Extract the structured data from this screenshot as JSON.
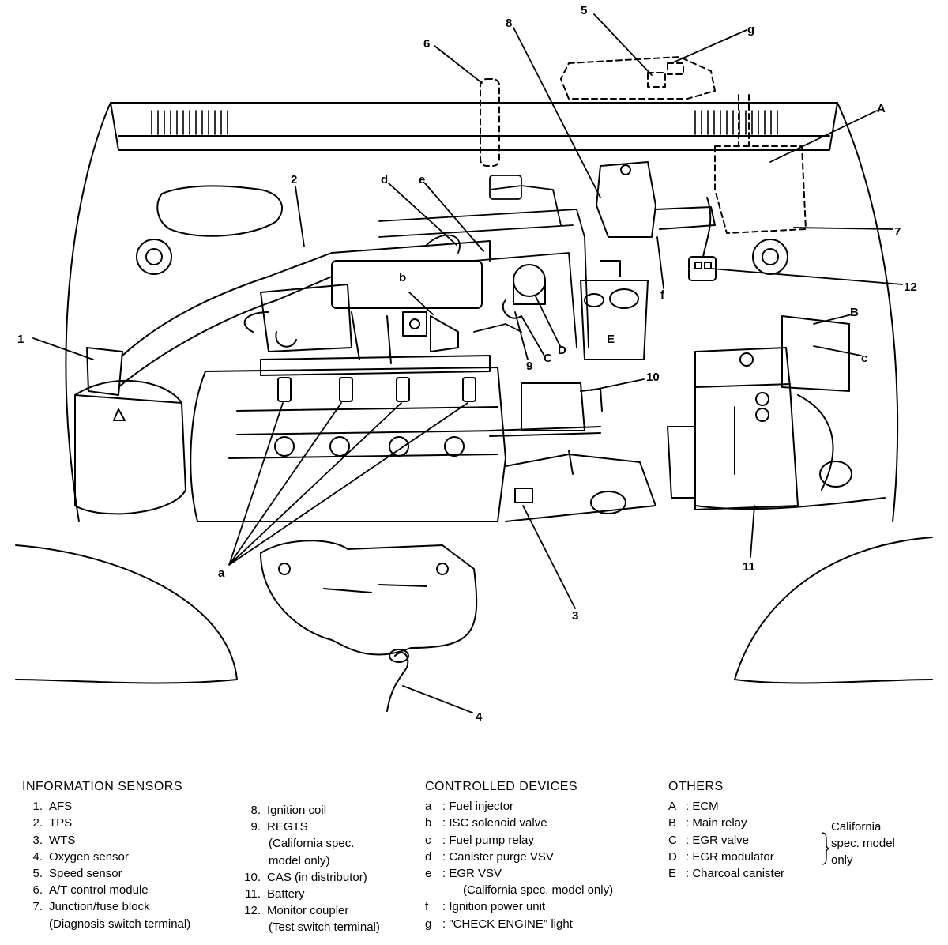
{
  "callouts": {
    "n1": "1",
    "n2": "2",
    "n3": "3",
    "n4": "4",
    "n5": "5",
    "n6": "6",
    "n7": "7",
    "n8": "8",
    "n9": "9",
    "n10": "10",
    "n11": "11",
    "n12": "12",
    "la": "a",
    "lb": "b",
    "lc": "c",
    "ld": "d",
    "le": "e",
    "lf": "f",
    "lg": "g",
    "uA": "A",
    "uB": "B",
    "uC": "C",
    "uD": "D",
    "uE": "E"
  },
  "legend": {
    "info_sensors": {
      "title": "INFORMATION SENSORS",
      "items": [
        {
          "num": "1.",
          "text": "AFS"
        },
        {
          "num": "2.",
          "text": "TPS"
        },
        {
          "num": "3.",
          "text": "WTS"
        },
        {
          "num": "4.",
          "text": "Oxygen sensor"
        },
        {
          "num": "5.",
          "text": "Speed sensor"
        },
        {
          "num": "6.",
          "text": "A/T control module"
        },
        {
          "num": "7.",
          "text": "Junction/fuse block"
        }
      ],
      "item7_note": "(Diagnosis switch terminal)",
      "more": [
        {
          "num": "8.",
          "text": "Ignition coil"
        },
        {
          "num": "9.",
          "text": "REGTS"
        }
      ],
      "item9_note1": "(California spec.",
      "item9_note2": "model only)",
      "more2": [
        {
          "num": "10.",
          "text": "CAS (in distributor)"
        },
        {
          "num": "11.",
          "text": "Battery"
        },
        {
          "num": "12.",
          "text": "Monitor coupler"
        }
      ],
      "item12_note": "(Test switch terminal)"
    },
    "controlled_devices": {
      "title": "CONTROLLED DEVICES",
      "items": [
        {
          "letter": "a",
          "text": ": Fuel injector"
        },
        {
          "letter": "b",
          "text": ": ISC solenoid valve"
        },
        {
          "letter": "c",
          "text": ": Fuel pump relay"
        },
        {
          "letter": "d",
          "text": ": Canister purge VSV"
        },
        {
          "letter": "e",
          "text": ": EGR VSV"
        }
      ],
      "e_note": "(California spec. model only)",
      "more": [
        {
          "letter": "f",
          "text": ": Ignition power unit"
        },
        {
          "letter": "g",
          "text": ": \"CHECK ENGINE\" light"
        }
      ]
    },
    "others": {
      "title": "OTHERS",
      "items": [
        {
          "letter": "A",
          "text": ": ECM"
        },
        {
          "letter": "B",
          "text": ": Main relay"
        },
        {
          "letter": "C",
          "text": ": EGR valve"
        },
        {
          "letter": "D",
          "text": ": EGR modulator"
        },
        {
          "letter": "E",
          "text": ": Charcoal canister"
        }
      ],
      "california_note": [
        "California",
        "spec. model",
        "only"
      ]
    }
  }
}
